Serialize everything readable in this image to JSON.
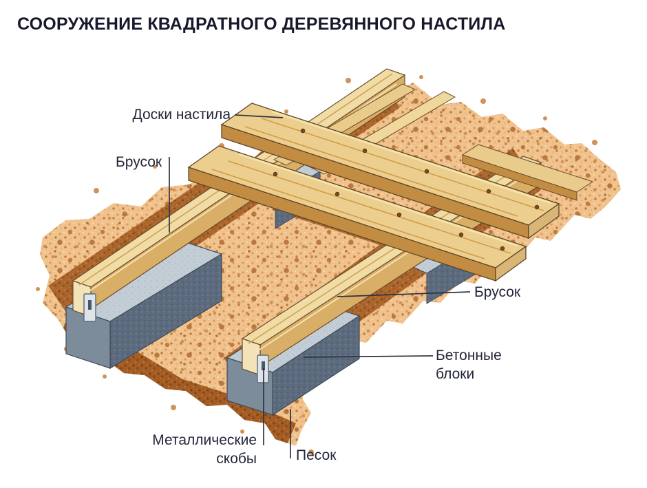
{
  "title": "СООРУЖЕНИЕ КВАДРАТНОГО ДЕРЕВЯННОГО НАСТИЛА",
  "diagram": {
    "labels": {
      "deck_boards": "Доски настила",
      "bar_left": "Брусок",
      "bar_right": "Брусок",
      "concrete_blocks": "Бетонные блоки",
      "metal_staples": "Металлические скобы",
      "sand": "Песок"
    }
  },
  "colors": {
    "background": "#ffffff",
    "title_text": "#17182a",
    "label_text": "#23263a",
    "leader_line": "#2e3140",
    "sand_base": "#f0c28d",
    "sand_speckle": "#c07a3c",
    "sand_dark_trench": "#a35d24",
    "wood_light": "#f2e3b6",
    "wood_mid": "#e9cc8c",
    "wood_shadow": "#c28c42",
    "wood_outline": "#6b4a28",
    "concrete_front": "#5c6c7e",
    "concrete_top": "#c3cdd6",
    "metal_staple": "#dde4ea"
  }
}
